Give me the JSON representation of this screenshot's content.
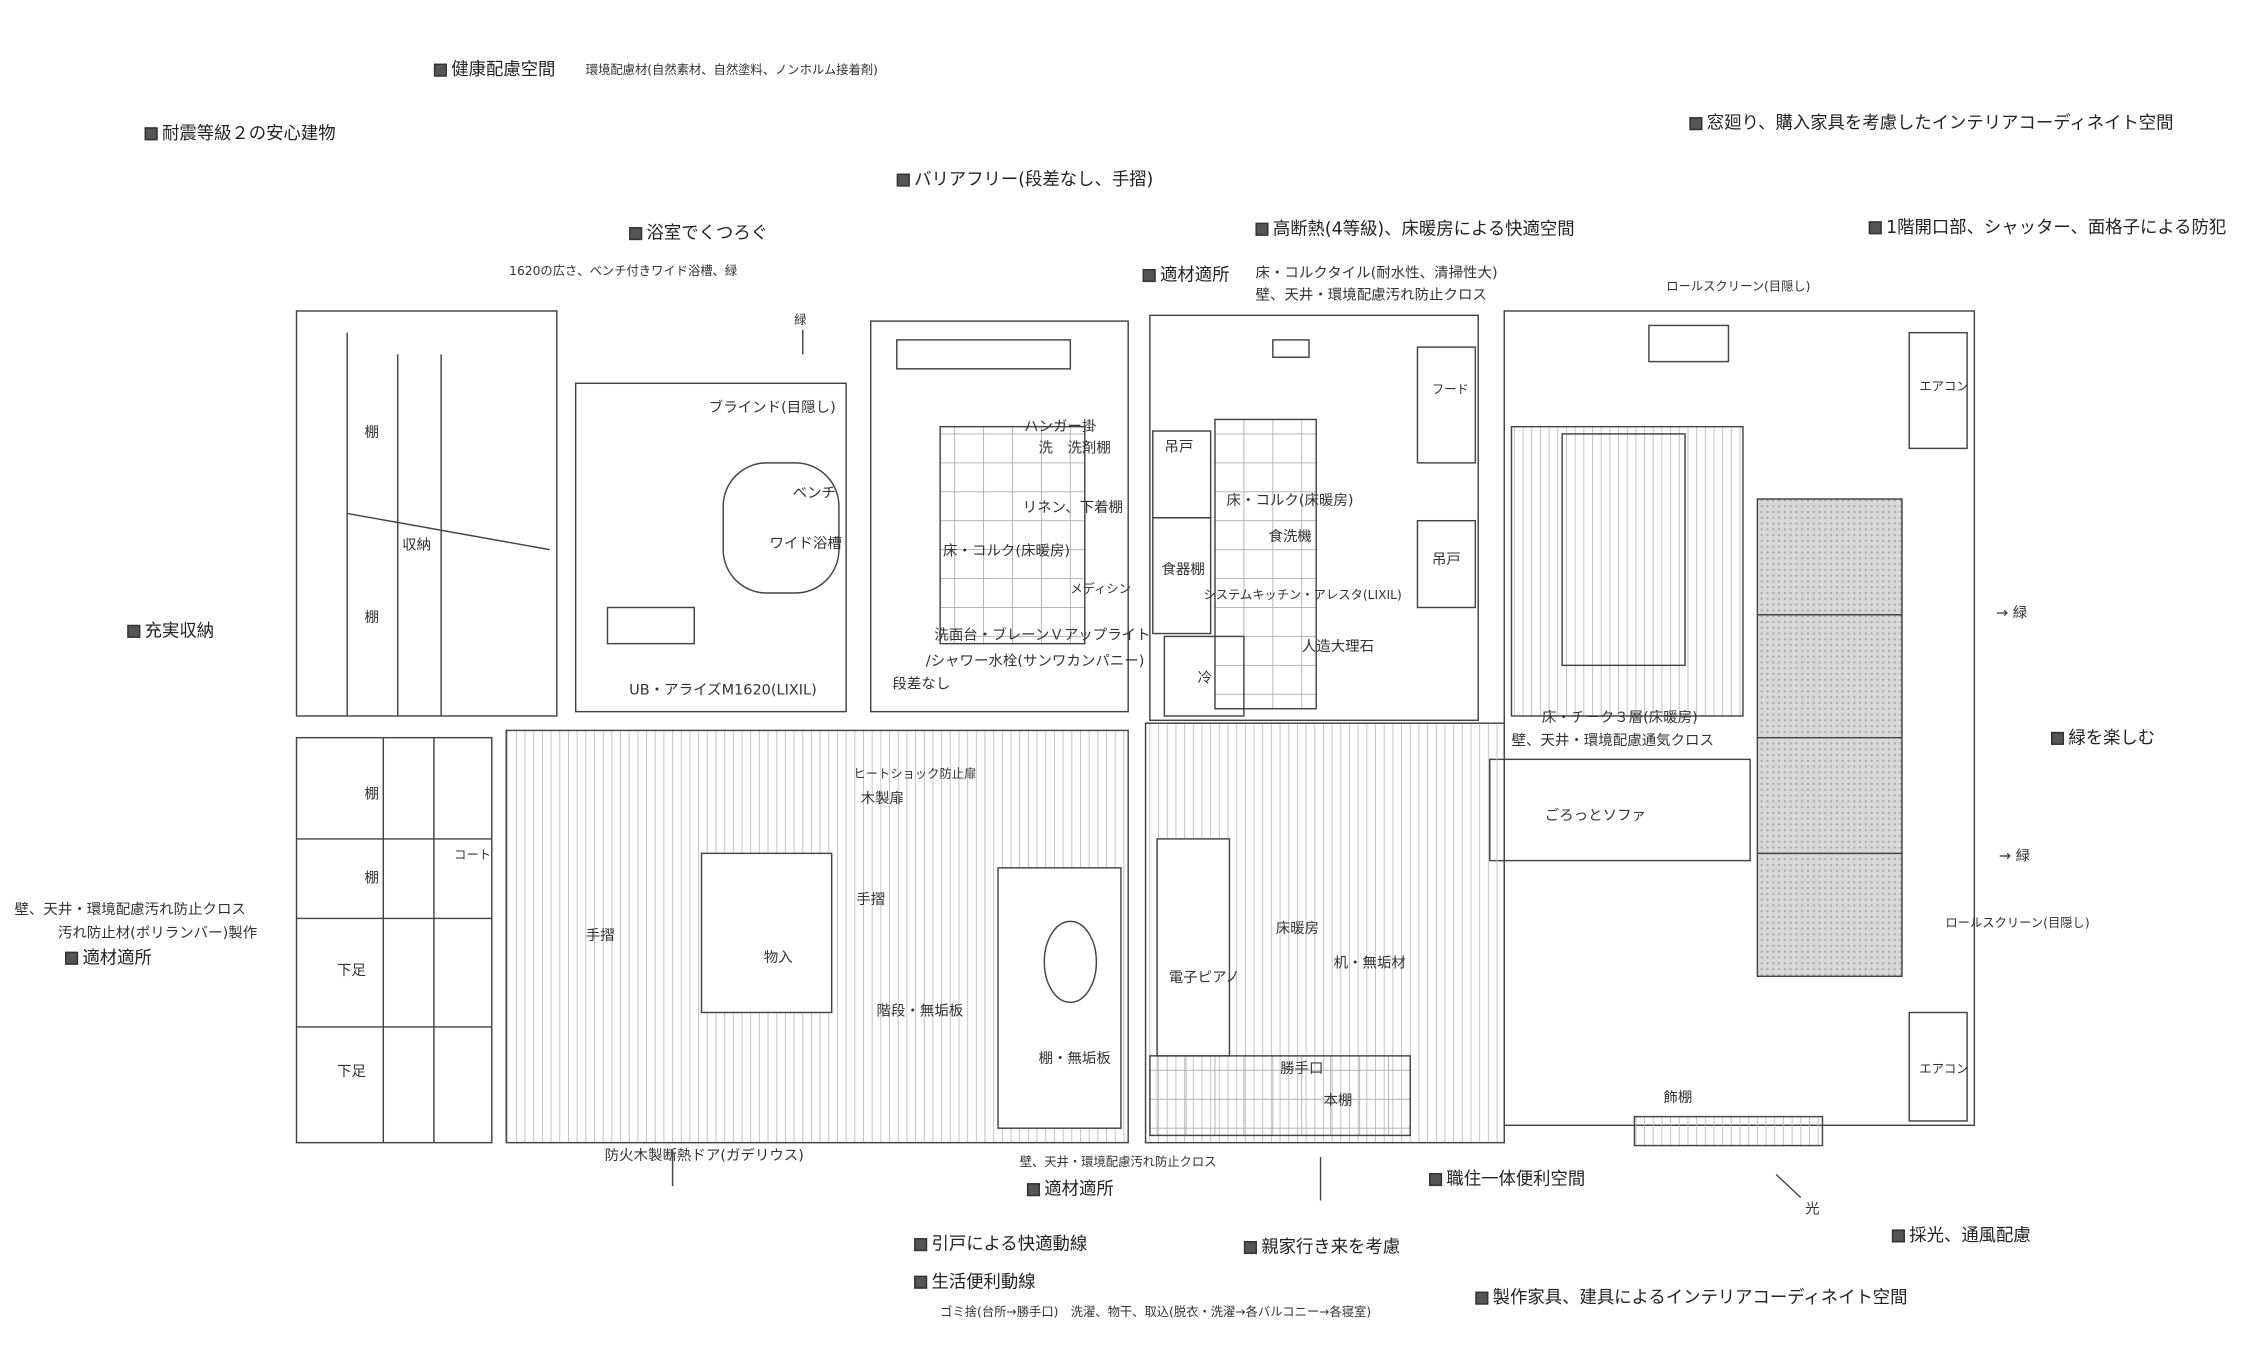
{
  "headlines": {
    "health": "健康配慮空間",
    "health_detail": "環境配慮材(自然素材、自然塗料、ノンホルム接着剤)",
    "seismic": "耐震等級２の安心建物",
    "window_interior": "窓廻り、購入家具を考慮したインテリアコーディネイト空間",
    "barrier_free": "バリアフリー(段差なし、手摺)",
    "bath_relax": "浴室でくつろぐ",
    "bath_detail": "1620の広さ、ベンチ付きワイド浴槽、緑",
    "insulation": "高断熱(4等級)、床暖房による快適空間",
    "security": "1階開口部、シャッター、面格子による防犯",
    "right_material": "適材適所",
    "right_material_floor": "床・コルクタイル(耐水性、清掃性大)",
    "right_material_wall": "壁、天井・環境配慮汚れ防止クロス",
    "roll_screen_top": "ロールスクリーン(目隠し)",
    "storage": "充実収納",
    "green_arrow_1": "→ 緑",
    "enjoy_green": "緑を楽しむ",
    "green_arrow_2": "→ 緑",
    "roll_screen_right": "ロールスクリーン(目隠し)",
    "left_wall": "壁、天井・環境配慮汚れ防止クロス",
    "left_antifouling": "汚れ防止材(ポリランバー)製作",
    "left_right_material": "適材適所",
    "fire_door": "防火木製断熱ドア(ガデリウス)",
    "toilet_wall": "壁、天井・環境配慮汚れ防止クロス",
    "toilet_right_material": "適材適所",
    "work_live": "職住一体便利空間",
    "light": "光",
    "daylight": "採光、通風配慮",
    "sliding_door": "引戸による快適動線",
    "parents": "親家行き来を考慮",
    "life_route": "生活便利動線",
    "life_route_detail": "ゴミ捨(台所→勝手口)　洗濯、物干、取込(脱衣・洗濯→各バルコニー→各寝室)",
    "custom_furniture": "製作家具、建具によるインテリアコーディネイト空間"
  },
  "rooms": {
    "storage_top": {
      "shelf_1": "棚",
      "storage": "収納",
      "shelf_2": "棚"
    },
    "bathroom": {
      "green": "緑",
      "blind": "ブラインド(目隠し)",
      "bench": "ベンチ",
      "tub": "ワイド浴槽",
      "unit": "UB・アライズM1620(LIXIL)"
    },
    "washroom": {
      "hanger": "ハンガー掛",
      "wash": "洗",
      "detergent": "洗剤棚",
      "linen": "リネン、下着棚",
      "floor": "床・コルク(床暖房)",
      "medicine": "メディシン",
      "basin": "洗面台・ブレーンＶアップライト",
      "faucet": "/シャワー水栓(サンワカンパニー)",
      "no_step": "段差なし"
    },
    "kitchen": {
      "hood": "フード",
      "wall_cabinet_1": "吊戸",
      "floor": "床・コルク(床暖房)",
      "dishwasher": "食洗機",
      "cupboard": "食器棚",
      "system": "システムキッチン・アレスタ(LIXIL)",
      "marble": "人造大理石",
      "fridge": "冷",
      "wall_cabinet_2": "吊戸"
    },
    "living": {
      "ac_1": "エアコン",
      "ac_2": "エアコン",
      "floor": "床・チーク３層(床暖房)",
      "wall": "壁、天井・環境配慮通気クロス",
      "sofa": "ごろっとソファ",
      "display_shelf": "飾棚"
    },
    "storage_bottom": {
      "shelf_1": "棚",
      "shelf_2": "棚",
      "coat": "コート",
      "shoes_1": "下足",
      "shoes_2": "下足"
    },
    "hall": {
      "heat_door": "ヒートショック防止扉",
      "wood_door": "木製扉",
      "handrail_1": "手摺",
      "handrail_2": "手摺",
      "closet": "物入",
      "stairs": "階段・無垢板",
      "toilet_shelf": "棚・無垢板"
    },
    "study": {
      "floor_heat": "床暖房",
      "desk": "机・無垢材",
      "piano": "電子ピアノ",
      "back_door": "勝手口",
      "bookshelf": "本棚"
    }
  }
}
